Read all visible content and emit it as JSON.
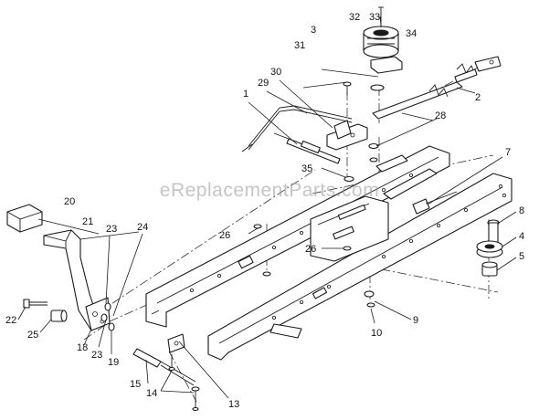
{
  "diagram": {
    "watermark": "eReplacementParts.com",
    "callouts": {
      "c1": "1",
      "c2": "2",
      "c3": "3",
      "c4": "4",
      "c5": "5",
      "c7": "7",
      "c8": "8",
      "c9": "9",
      "c10": "10",
      "c13": "13",
      "c14": "14",
      "c15": "15",
      "c18": "18",
      "c19": "19",
      "c20": "20",
      "c21": "21",
      "c22": "22",
      "c23a": "23",
      "c23b": "23",
      "c24": "24",
      "c25": "25",
      "c26a": "26",
      "c26b": "26",
      "c28": "28",
      "c29": "29",
      "c30": "30",
      "c31": "31",
      "c32": "32",
      "c33": "33",
      "c34": "34",
      "c35": "35"
    }
  }
}
